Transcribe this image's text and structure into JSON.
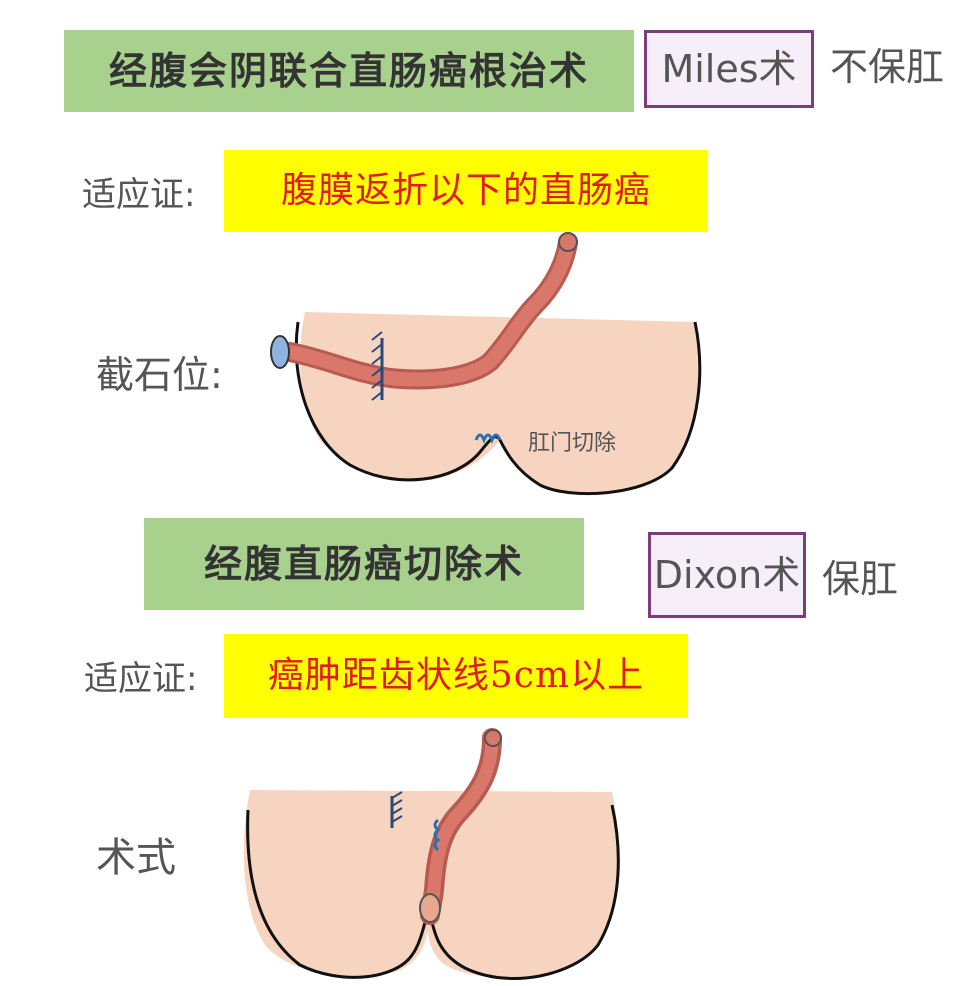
{
  "miles": {
    "title": "经腹会阴联合直肠癌根治术",
    "name": "Miles术",
    "note": "不保肛",
    "indication_label": "适应证:",
    "indication": "腹膜返折以下的直肠癌",
    "position_label": "截石位:",
    "diagram_label": "肛门切除"
  },
  "dixon": {
    "title": "经腹直肠癌切除术",
    "name": "Dixon术",
    "note": "保肛",
    "indication_label": "适应证:",
    "indication": "癌肿距齿状线5cm以上",
    "method_label": "术式"
  },
  "colors": {
    "title_bg": "#a9d18e",
    "name_border": "#7a3f7a",
    "highlight_bg": "#ffff00",
    "highlight_text": "#e01b1b",
    "skin": "#f7d4bf",
    "bowel": "#d9786a",
    "stitch": "#2a6fb0"
  }
}
